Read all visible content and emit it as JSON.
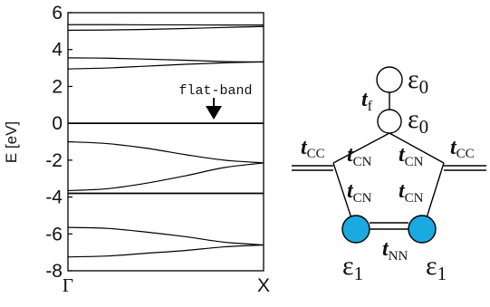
{
  "chart_data": {
    "type": "line",
    "ylabel": "E [eV]",
    "ylim": [
      -8,
      6
    ],
    "yticks": [
      "6",
      "4",
      "2",
      "0",
      "-2",
      "-4",
      "-6",
      "-8"
    ],
    "xlim": [
      0,
      1
    ],
    "xticks": [
      {
        "label": "Γ",
        "x": 0
      },
      {
        "label": "X",
        "x": 1
      }
    ],
    "series": [
      {
        "x": [
          0,
          0.2,
          0.4,
          0.6,
          0.8,
          1.0
        ],
        "y": [
          5.35,
          5.35,
          5.34,
          5.34,
          5.33,
          5.33
        ]
      },
      {
        "x": [
          0,
          0.2,
          0.4,
          0.6,
          0.8,
          1.0
        ],
        "y": [
          5.05,
          5.06,
          5.09,
          5.14,
          5.2,
          5.25
        ]
      },
      {
        "x": [
          0,
          0.2,
          0.4,
          0.6,
          0.8,
          1.0
        ],
        "y": [
          3.55,
          3.53,
          3.48,
          3.42,
          3.35,
          3.33
        ]
      },
      {
        "x": [
          0,
          0.2,
          0.4,
          0.6,
          0.8,
          1.0
        ],
        "y": [
          2.95,
          3.0,
          3.1,
          3.2,
          3.28,
          3.33
        ]
      },
      {
        "x": [
          0,
          0.2,
          0.4,
          0.6,
          0.8,
          1.0
        ],
        "y": [
          0.0,
          0.0,
          0.0,
          0.0,
          0.0,
          0.0
        ]
      },
      {
        "x": [
          0,
          0.2,
          0.4,
          0.6,
          0.8,
          1.0
        ],
        "y": [
          -1.0,
          -1.1,
          -1.35,
          -1.7,
          -2.0,
          -2.15
        ]
      },
      {
        "x": [
          0,
          0.2,
          0.4,
          0.6,
          0.8,
          1.0
        ],
        "y": [
          -3.65,
          -3.55,
          -3.25,
          -2.85,
          -2.4,
          -2.15
        ]
      },
      {
        "x": [
          0,
          0.2,
          0.4,
          0.6,
          0.8,
          1.0
        ],
        "y": [
          -3.8,
          -3.8,
          -3.8,
          -3.8,
          -3.8,
          -3.8
        ]
      },
      {
        "x": [
          0,
          0.2,
          0.4,
          0.6,
          0.8,
          1.0
        ],
        "y": [
          -5.65,
          -5.7,
          -5.9,
          -6.15,
          -6.45,
          -6.6
        ]
      },
      {
        "x": [
          0,
          0.2,
          0.4,
          0.6,
          0.8,
          1.0
        ],
        "y": [
          -7.25,
          -7.2,
          -7.05,
          -6.9,
          -6.7,
          -6.6
        ]
      }
    ],
    "annotations": [
      {
        "text": "flat-band",
        "arrow_x": 0.75,
        "arrow_y": 0.0
      }
    ]
  },
  "diagram": {
    "top_node_label": "ε",
    "top_node_sub": "0",
    "mid_node_label": "ε",
    "mid_node_sub": "0",
    "left_node_label": "ε",
    "left_node_sub": "1",
    "right_node_label": "ε",
    "right_node_sub": "1",
    "tf_label": "t",
    "tf_sub": "f",
    "tcc_left_label": "t",
    "tcc_left_sub": "CC",
    "tcc_right_label": "t",
    "tcc_right_sub": "CC",
    "tcn_ul_label": "t",
    "tcn_ul_sub": "CN",
    "tcn_ur_label": "t",
    "tcn_ur_sub": "CN",
    "tcn_ll_label": "t",
    "tcn_ll_sub": "CN",
    "tcn_lr_label": "t",
    "tcn_lr_sub": "CN",
    "tnn_label": "t",
    "tnn_sub": "NN",
    "n_site_color": "#1aa9e0"
  }
}
